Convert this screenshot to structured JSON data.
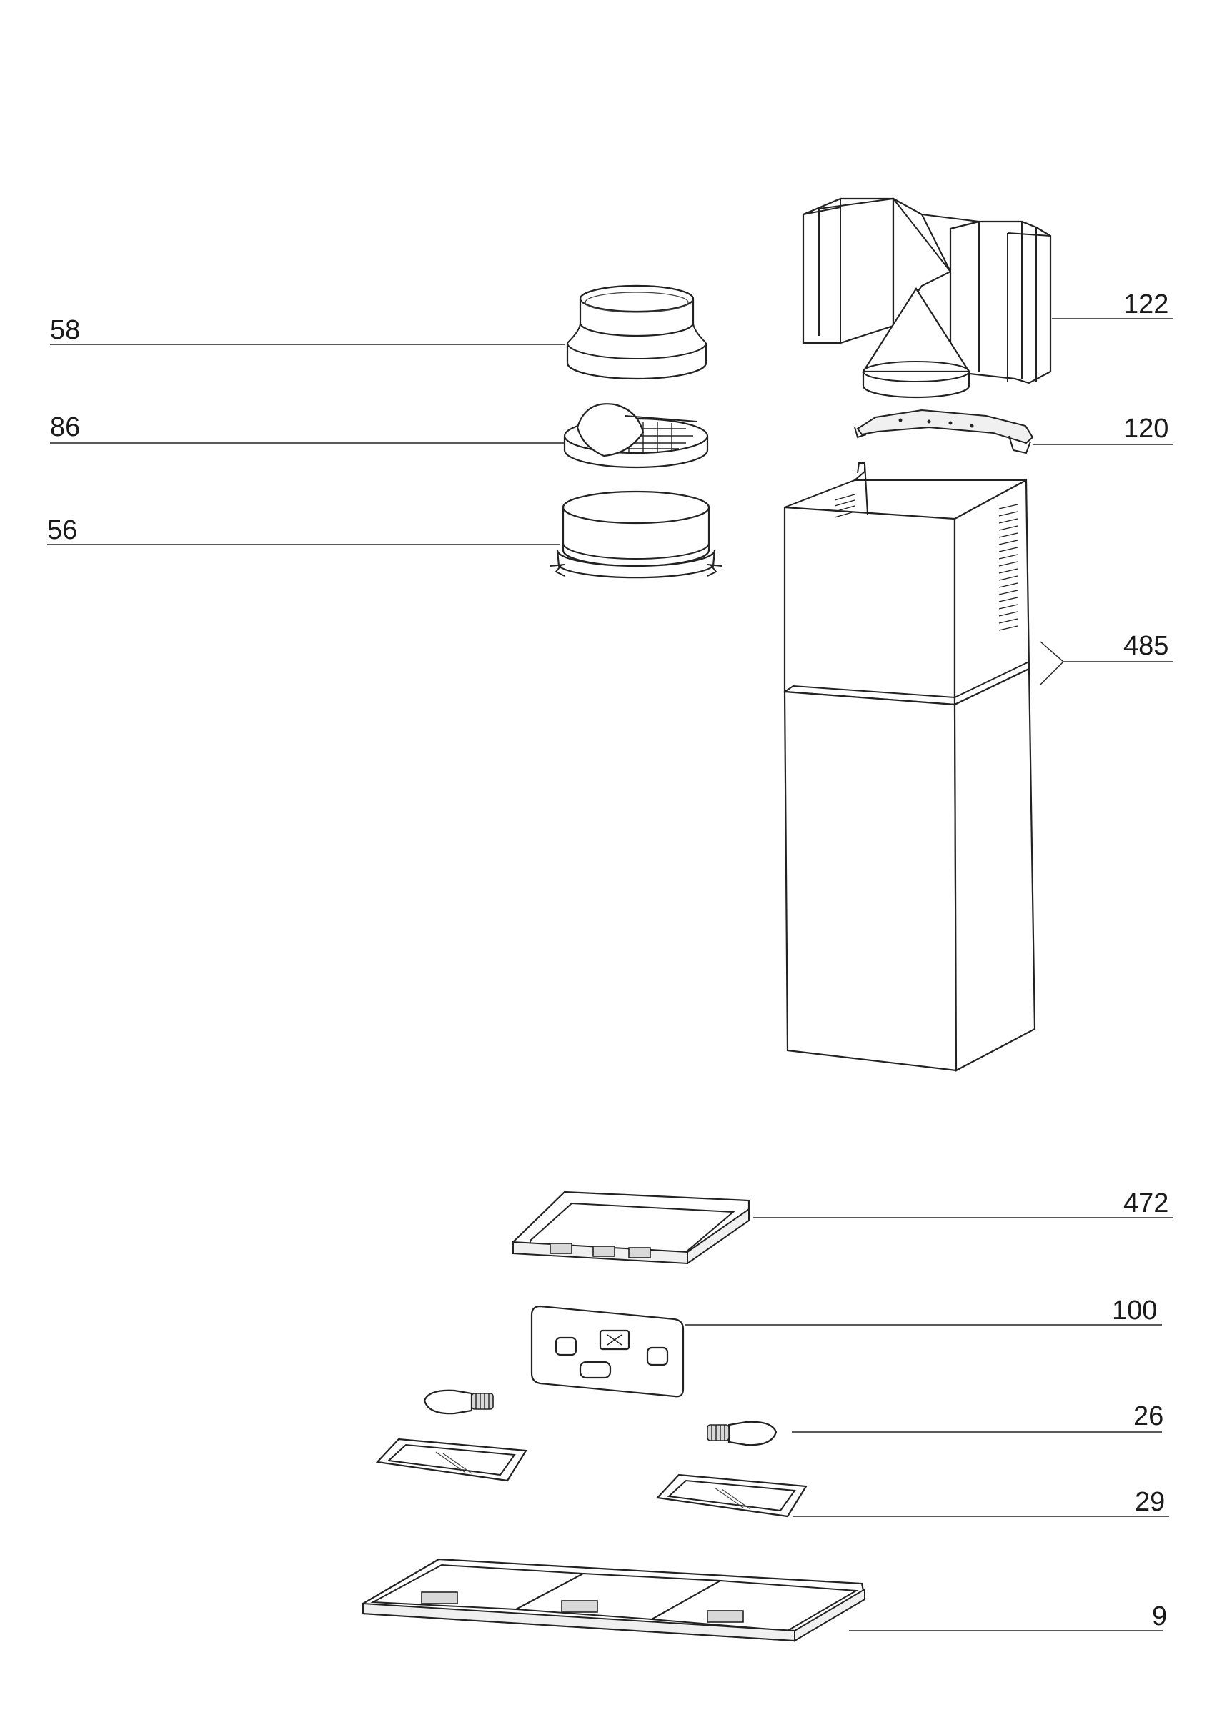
{
  "callouts": {
    "c58": "58",
    "c86": "86",
    "c56": "56",
    "c122": "122",
    "c120": "120",
    "c485": "485",
    "c472": "472",
    "c100": "100",
    "c26": "26",
    "c29": "29",
    "c9": "9"
  }
}
